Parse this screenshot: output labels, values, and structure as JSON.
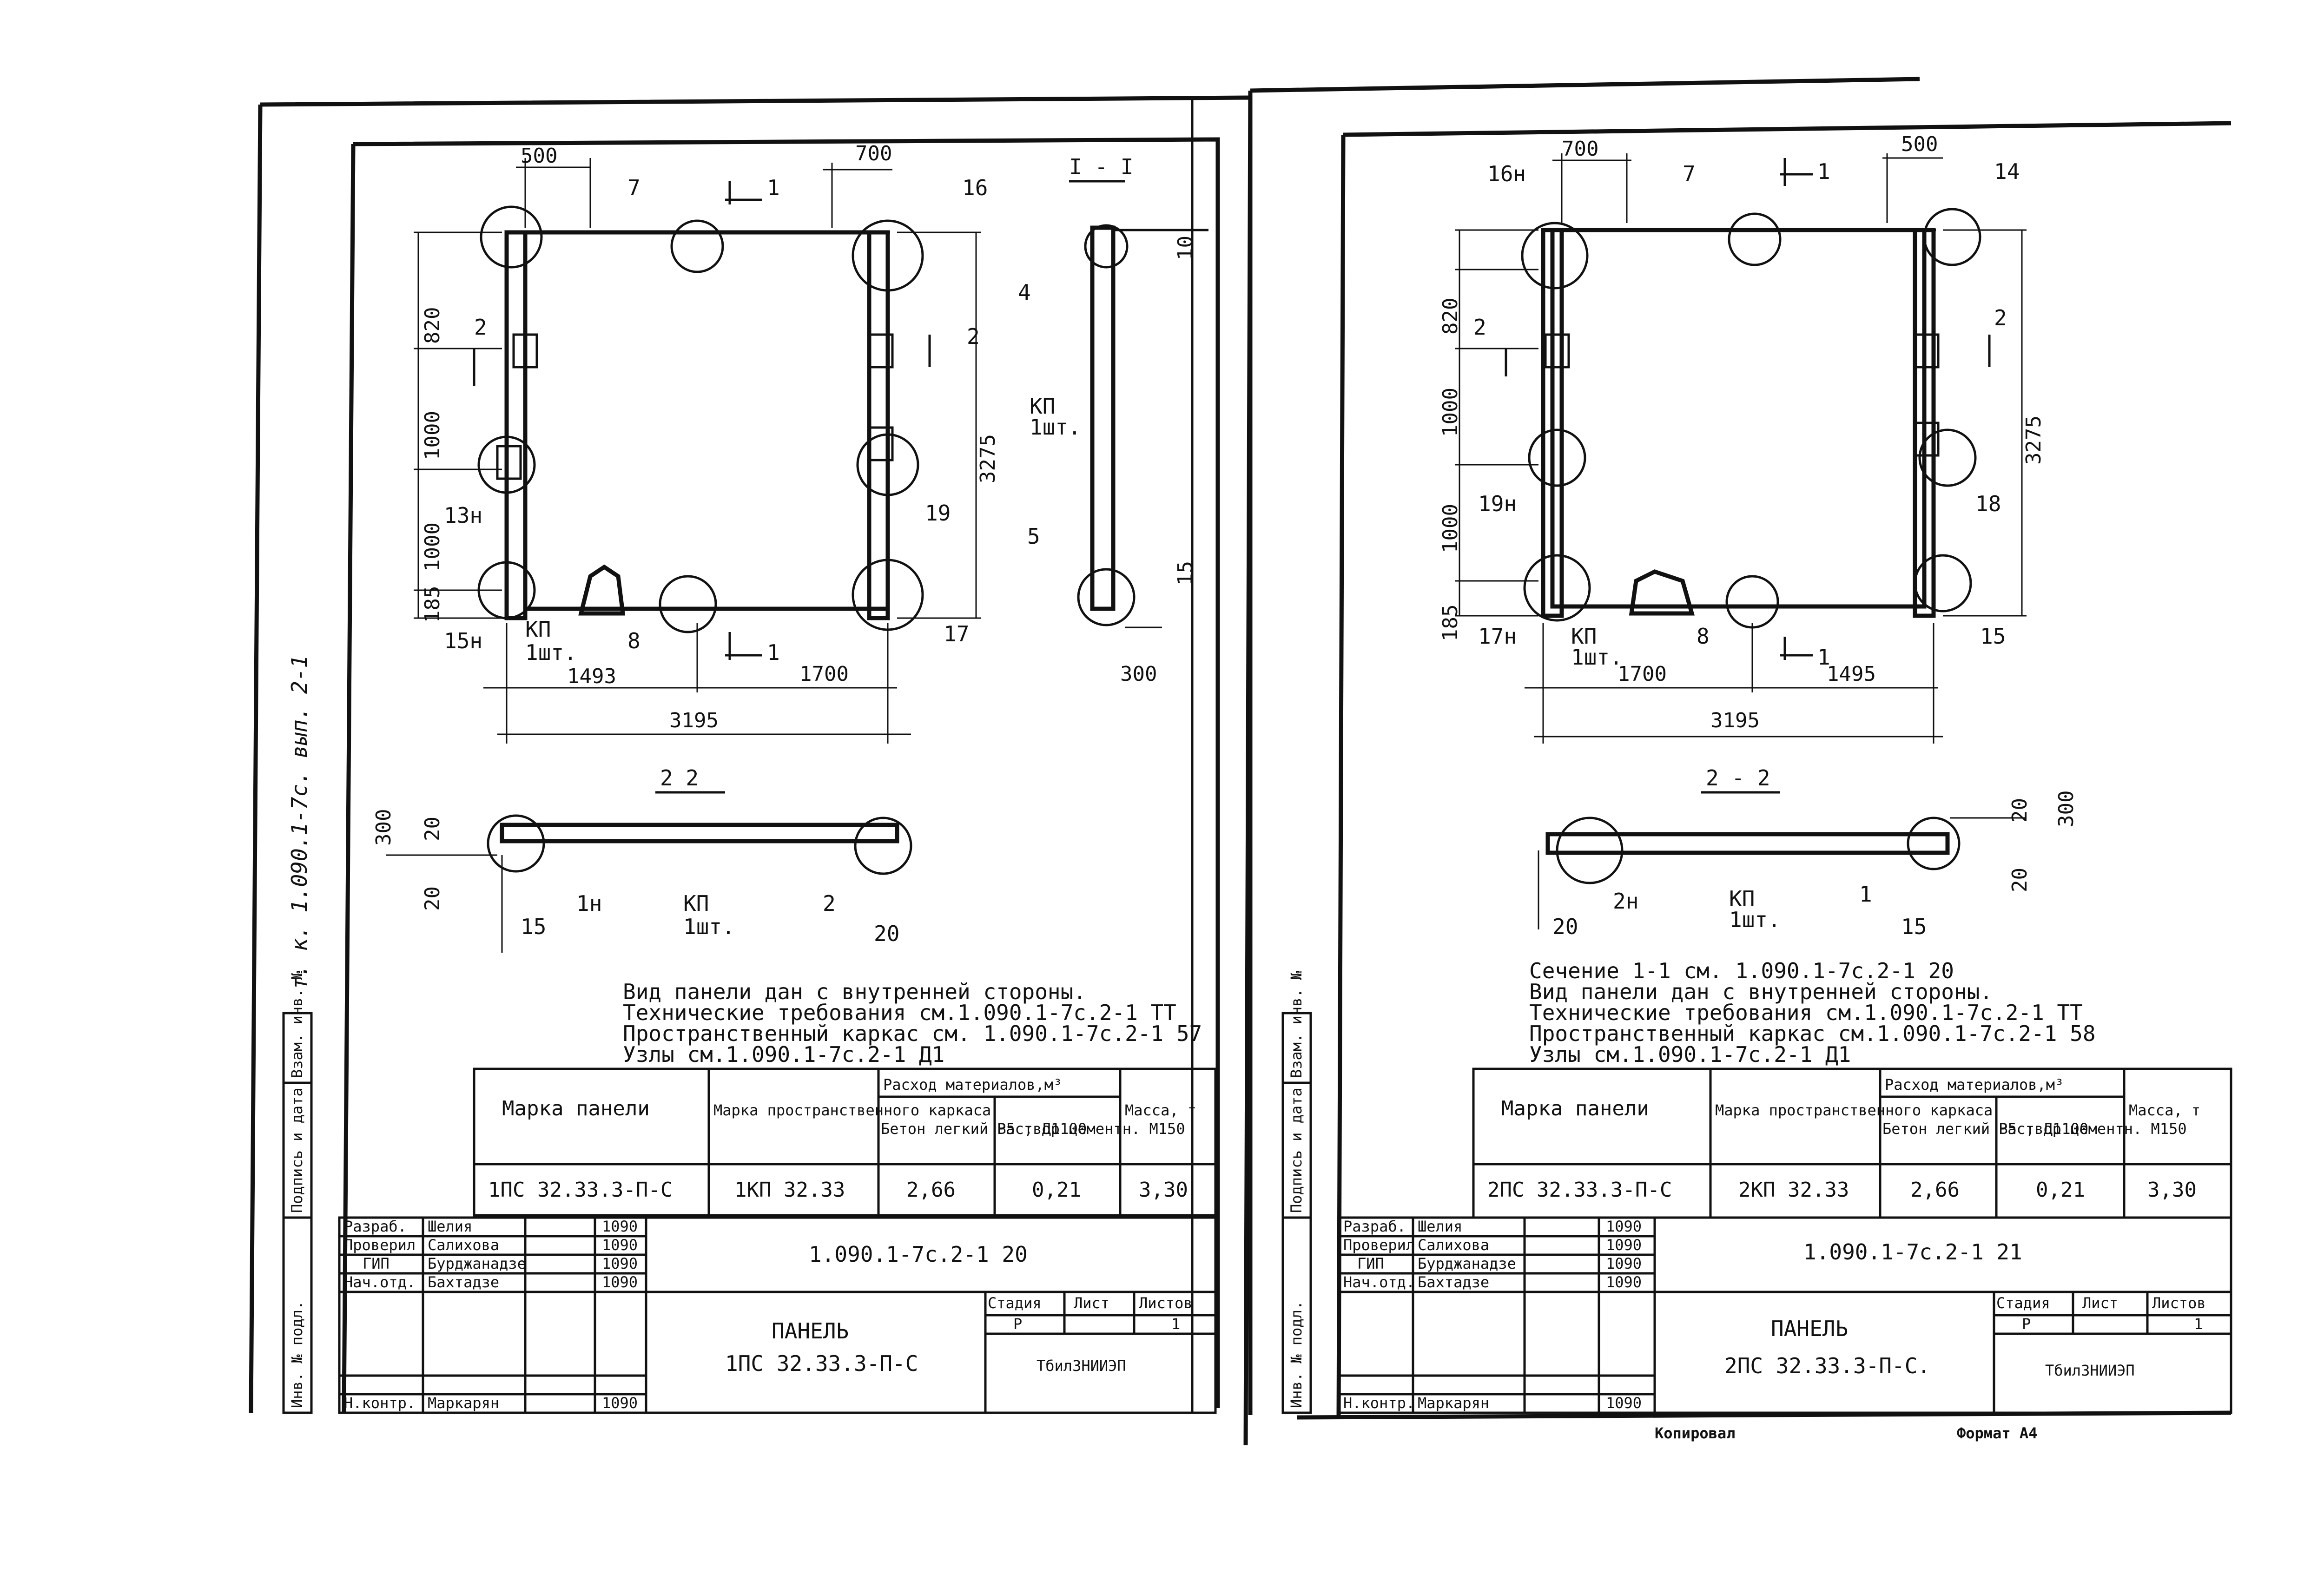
{
  "side_stamp": "т. к. 1.090.1-7с. вып. 2-1",
  "copied": "Копировал",
  "format": "Формат А4",
  "sheets": [
    {
      "id": "left",
      "panel_dims": {
        "top_left": "500",
        "top_right": "700",
        "height": "3275",
        "left_a": "820",
        "left_b": "1000",
        "left_c": "1000",
        "left_d": "185",
        "bottom_a": "1493",
        "bottom_b": "1700",
        "total": "3195"
      },
      "callouts": [
        "7",
        "1",
        "16",
        "2",
        "2",
        "13н",
        "19",
        "15н",
        "КП",
        "1шт.",
        "8",
        "1",
        "17"
      ],
      "section_1_title": "I - I",
      "section_1": {
        "c1": "4",
        "c2": "КП",
        "c3": "1шт.",
        "c4": "5",
        "d1": "10",
        "d2": "15",
        "d3": "300"
      },
      "section_2_title": "2 2",
      "section_2": {
        "d1": "300",
        "d2": "20",
        "d3": "20",
        "c1": "1н",
        "c2": "КП",
        "c3": "1шт.",
        "c4": "2",
        "c5": "15",
        "c6": "20"
      },
      "notes": [
        "Вид панели дан с внутренней стороны.",
        "Технические требования см.1.090.1-7с.2-1 ТТ",
        "Пространственный каркас см. 1.090.1-7с.2-1 57",
        "Узлы см.1.090.1-7с.2-1 Д1"
      ],
      "table_headers": {
        "mark": "Марка панели",
        "frame": "Марка пространственного каркаса",
        "consumption": "Расход материалов,м³",
        "concrete": "Бетон легкий В5 ; Д1100",
        "mortar": "Раствор цементн. М150",
        "mass": "Масса, т"
      },
      "table_row": {
        "mark": "1ПС 32.33.3-П-С",
        "frame": "1КП 32.33",
        "concrete": "2,66",
        "mortar": "0,21",
        "mass": "3,30"
      },
      "stamp": {
        "roles": [
          "Разраб.",
          "Проверил",
          "ГИП",
          "Нач.отд.",
          "",
          "Н.контр."
        ],
        "names": [
          "Шелия",
          "Салихова",
          "Бурджанадзе",
          "Бахтадзе",
          "",
          "Маркарян"
        ],
        "dates": [
          "1090",
          "1090",
          "1090",
          "1090",
          "",
          "1090"
        ],
        "code": "1.090.1-7с.2-1 20",
        "title_1": "ПАНЕЛЬ",
        "title_2": "1ПС 32.33.3-П-С",
        "stage_h": "Стадия",
        "sheet_h": "Лист",
        "sheets_h": "Листов",
        "stage": "Р",
        "sheet": "",
        "sheets": "1",
        "org": "ТбилЗНИИЭП"
      }
    },
    {
      "id": "right",
      "panel_dims": {
        "top_left": "700",
        "top_right": "500",
        "height": "3275",
        "left_a": "820",
        "left_b": "1000",
        "left_c": "1000",
        "left_d": "185",
        "bottom_a": "1700",
        "bottom_b": "1495",
        "total": "3195"
      },
      "callouts": [
        "16н",
        "7",
        "1",
        "14",
        "2",
        "2",
        "19н",
        "18",
        "17н",
        "КП",
        "1шт.",
        "8",
        "1",
        "15"
      ],
      "section_2_title": "2 - 2",
      "section_2": {
        "d1": "300",
        "d2": "20",
        "d3": "20",
        "c1": "2н",
        "c2": "КП",
        "c3": "1шт.",
        "c4": "1",
        "c5": "15",
        "c6": "20"
      },
      "notes": [
        "Сечение 1-1 см. 1.090.1-7с.2-1 20",
        "Вид панели дан с внутренней стороны.",
        "Технические требования см.1.090.1-7с.2-1 ТТ",
        "Пространственный каркас см.1.090.1-7с.2-1 58",
        "Узлы см.1.090.1-7с.2-1 Д1"
      ],
      "table_headers": {
        "mark": "Марка панели",
        "frame": "Марка пространственного каркаса",
        "consumption": "Расход материалов,м³",
        "concrete": "Бетон легкий В5 ; Д1100",
        "mortar": "Раствор цементн. М150",
        "mass": "Масса, т"
      },
      "table_row": {
        "mark": "2ПС 32.33.3-П-С",
        "frame": "2КП 32.33",
        "concrete": "2,66",
        "mortar": "0,21",
        "mass": "3,30"
      },
      "stamp": {
        "roles": [
          "Разраб.",
          "Проверил",
          "ГИП",
          "Нач.отд.",
          "",
          "Н.контр."
        ],
        "names": [
          "Шелия",
          "Салихова",
          "Бурджанадзе",
          "Бахтадзе",
          "",
          "Маркарян"
        ],
        "dates": [
          "1090",
          "1090",
          "1090",
          "1090",
          "",
          "1090"
        ],
        "code": "1.090.1-7с.2-1 21",
        "title_1": "ПАНЕЛЬ",
        "title_2": "2ПС 32.33.3-П-С.",
        "stage_h": "Стадия",
        "sheet_h": "Лист",
        "sheets_h": "Листов",
        "stage": "Р",
        "sheet": "",
        "sheets": "1",
        "org": "ТбилЗНИИЭП"
      }
    }
  ],
  "margin_labels": [
    "Взам. инв. №",
    "Подпись и дата",
    "Инв. № подл."
  ]
}
